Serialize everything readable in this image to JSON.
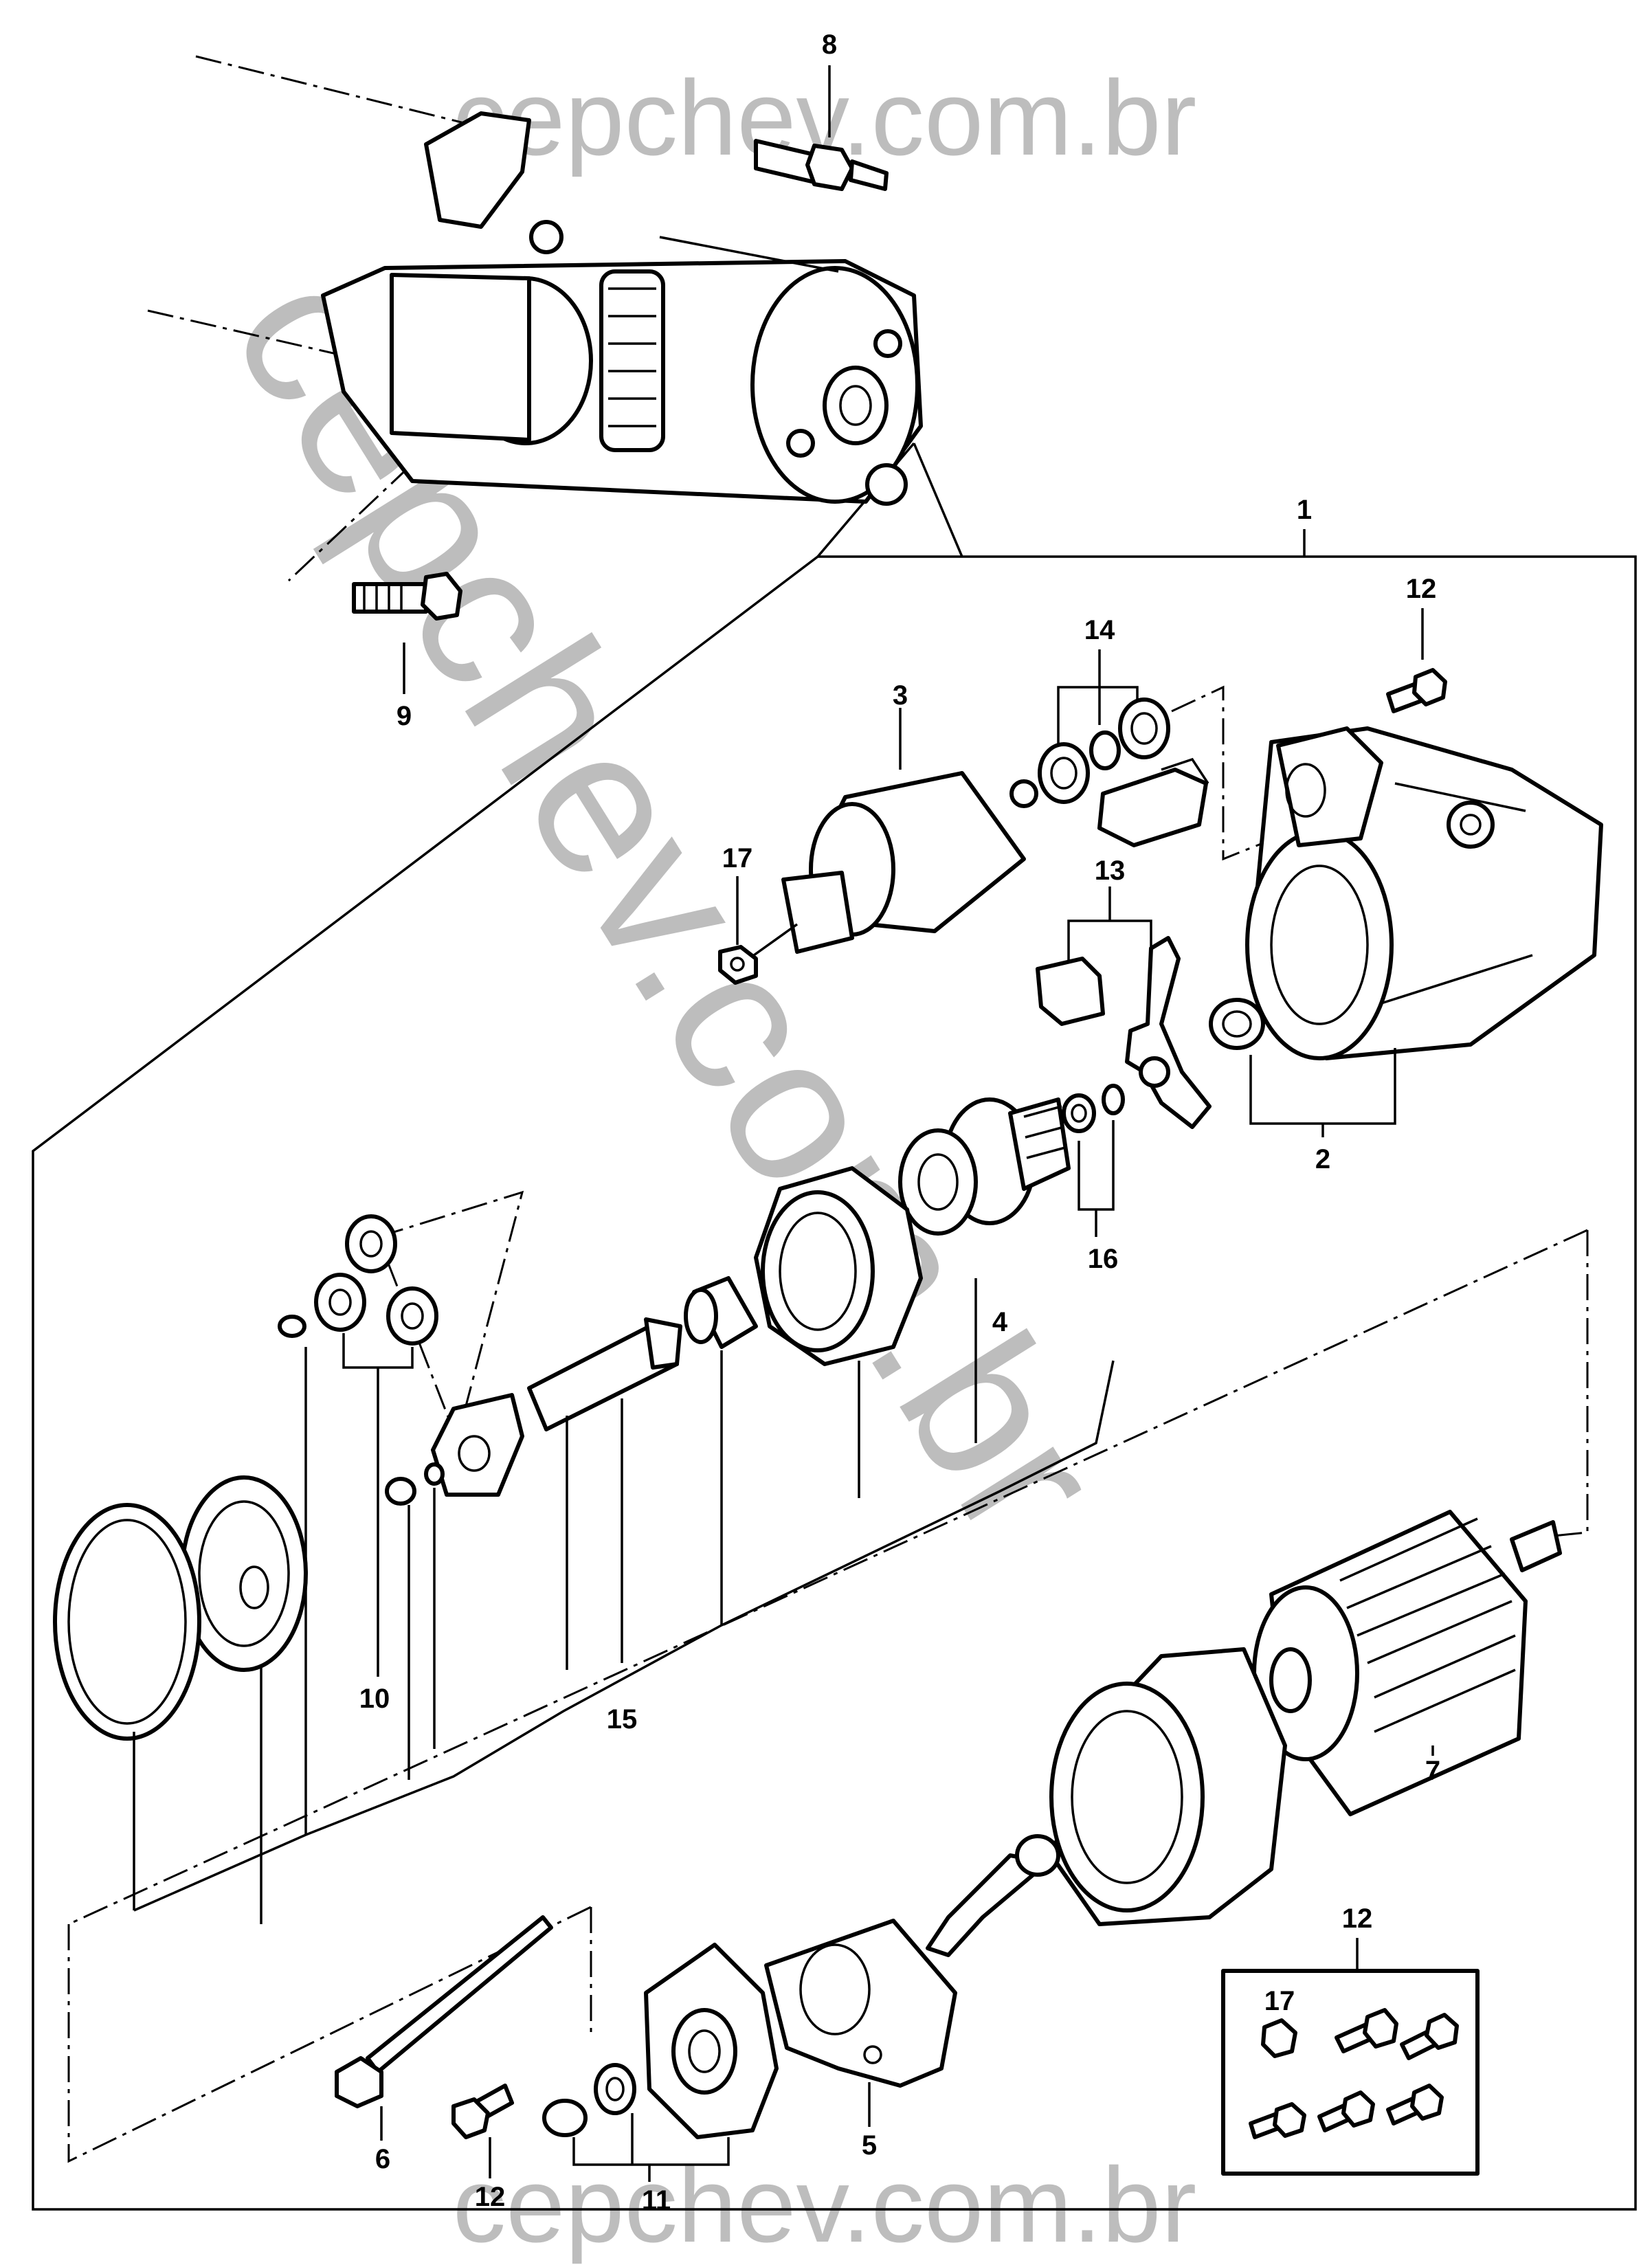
{
  "watermark": {
    "site": "cepchev.com.br",
    "color": "#bdbdbd"
  },
  "callouts": {
    "c1": "1",
    "c2": "2",
    "c3": "3",
    "c4": "4",
    "c5": "5",
    "c6": "6",
    "c7": "7",
    "c8": "8",
    "c9": "9",
    "c10": "10",
    "c11": "11",
    "c12a": "12",
    "c12b": "12",
    "c12c": "12",
    "c13": "13",
    "c14": "14",
    "c15": "15",
    "c16": "16",
    "c17a": "17",
    "c17b": "17"
  }
}
